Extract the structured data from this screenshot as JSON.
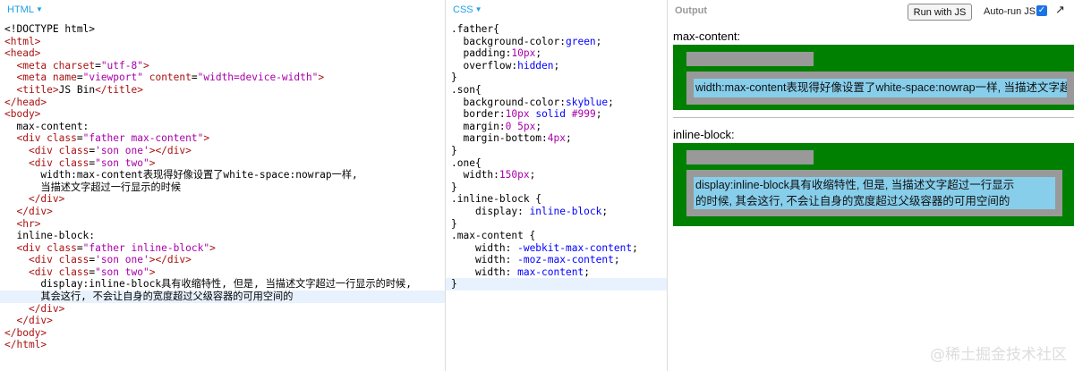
{
  "html_panel": {
    "tab_label": "HTML",
    "lines": [
      [
        {
          "t": "<!DOCTYPE html>",
          "c": "sel"
        }
      ],
      [
        {
          "t": "<html>",
          "c": "tag"
        }
      ],
      [
        {
          "t": "<head>",
          "c": "tag"
        }
      ],
      [
        {
          "t": "  "
        },
        {
          "t": "<meta ",
          "c": "tag"
        },
        {
          "t": "charset",
          "c": "attr"
        },
        {
          "t": "="
        },
        {
          "t": "\"utf-8\"",
          "c": "str"
        },
        {
          "t": ">",
          "c": "tag"
        }
      ],
      [
        {
          "t": "  "
        },
        {
          "t": "<meta ",
          "c": "tag"
        },
        {
          "t": "name",
          "c": "attr"
        },
        {
          "t": "="
        },
        {
          "t": "\"viewport\"",
          "c": "str"
        },
        {
          "t": " "
        },
        {
          "t": "content",
          "c": "attr"
        },
        {
          "t": "="
        },
        {
          "t": "\"width=device-width\"",
          "c": "str"
        },
        {
          "t": ">",
          "c": "tag"
        }
      ],
      [
        {
          "t": "  "
        },
        {
          "t": "<title>",
          "c": "tag"
        },
        {
          "t": "JS Bin"
        },
        {
          "t": "</title>",
          "c": "tag"
        }
      ],
      [
        {
          "t": "</head>",
          "c": "tag"
        }
      ],
      [
        {
          "t": "<body>",
          "c": "tag"
        }
      ],
      [
        {
          "t": "  max-content:"
        }
      ],
      [
        {
          "t": "  "
        },
        {
          "t": "<div ",
          "c": "tag"
        },
        {
          "t": "class",
          "c": "attr"
        },
        {
          "t": "="
        },
        {
          "t": "\"father max-content\"",
          "c": "str"
        },
        {
          "t": ">",
          "c": "tag"
        }
      ],
      [
        {
          "t": "    "
        },
        {
          "t": "<div ",
          "c": "tag"
        },
        {
          "t": "class",
          "c": "attr"
        },
        {
          "t": "="
        },
        {
          "t": "'son one'",
          "c": "str"
        },
        {
          "t": "></div>",
          "c": "tag"
        }
      ],
      [
        {
          "t": "    "
        },
        {
          "t": "<div ",
          "c": "tag"
        },
        {
          "t": "class",
          "c": "attr"
        },
        {
          "t": "="
        },
        {
          "t": "\"son two\"",
          "c": "str"
        },
        {
          "t": ">",
          "c": "tag"
        }
      ],
      [
        {
          "t": "      width:max-content表现得好像设置了white-space:nowrap一样,"
        }
      ],
      [
        {
          "t": "      当描述文字超过一行显示的时候"
        }
      ],
      [
        {
          "t": "    "
        },
        {
          "t": "</div>",
          "c": "tag"
        }
      ],
      [
        {
          "t": "  "
        },
        {
          "t": "</div>",
          "c": "tag"
        }
      ],
      [
        {
          "t": "  "
        },
        {
          "t": "<hr>",
          "c": "tag"
        }
      ],
      [
        {
          "t": "  inline-block:"
        }
      ],
      [
        {
          "t": "  "
        },
        {
          "t": "<div ",
          "c": "tag"
        },
        {
          "t": "class",
          "c": "attr"
        },
        {
          "t": "="
        },
        {
          "t": "\"father inline-block\"",
          "c": "str"
        },
        {
          "t": ">",
          "c": "tag"
        }
      ],
      [
        {
          "t": "    "
        },
        {
          "t": "<div ",
          "c": "tag"
        },
        {
          "t": "class",
          "c": "attr"
        },
        {
          "t": "="
        },
        {
          "t": "'son one'",
          "c": "str"
        },
        {
          "t": "></div>",
          "c": "tag"
        }
      ],
      [
        {
          "t": "    "
        },
        {
          "t": "<div ",
          "c": "tag"
        },
        {
          "t": "class",
          "c": "attr"
        },
        {
          "t": "="
        },
        {
          "t": "\"son two\"",
          "c": "str"
        },
        {
          "t": ">",
          "c": "tag"
        }
      ],
      [
        {
          "t": "      display:inline-block具有收缩特性, 但是, 当描述文字超过一行显示的时候,"
        }
      ],
      [
        {
          "t": "      其会这行, 不会让自身的宽度超过父级容器的可用空间的"
        }
      ],
      [
        {
          "t": "    "
        },
        {
          "t": "</div>",
          "c": "tag"
        }
      ],
      [
        {
          "t": "  "
        },
        {
          "t": "</div>",
          "c": "tag"
        }
      ],
      [
        {
          "t": "</body>",
          "c": "tag"
        }
      ],
      [
        {
          "t": "</html>",
          "c": "tag"
        }
      ]
    ],
    "highlight_line": 22
  },
  "css_panel": {
    "tab_label": "CSS",
    "lines": [
      [
        {
          "t": ".father{"
        }
      ],
      [
        {
          "t": "  background-color:"
        },
        {
          "t": "green",
          "c": "kw"
        },
        {
          "t": ";"
        }
      ],
      [
        {
          "t": "  padding:"
        },
        {
          "t": "10px",
          "c": "num"
        },
        {
          "t": ";"
        }
      ],
      [
        {
          "t": "  overflow:"
        },
        {
          "t": "hidden",
          "c": "kw"
        },
        {
          "t": ";"
        }
      ],
      [
        {
          "t": "}"
        }
      ],
      [
        {
          "t": ".son{"
        }
      ],
      [
        {
          "t": "  background-color:"
        },
        {
          "t": "skyblue",
          "c": "kw"
        },
        {
          "t": ";"
        }
      ],
      [
        {
          "t": "  border:"
        },
        {
          "t": "10px",
          "c": "num"
        },
        {
          "t": " "
        },
        {
          "t": "solid",
          "c": "kw"
        },
        {
          "t": " "
        },
        {
          "t": "#999",
          "c": "num"
        },
        {
          "t": ";"
        }
      ],
      [
        {
          "t": "  margin:"
        },
        {
          "t": "0",
          "c": "num"
        },
        {
          "t": " "
        },
        {
          "t": "5px",
          "c": "num"
        },
        {
          "t": ";"
        }
      ],
      [
        {
          "t": "  margin-bottom:"
        },
        {
          "t": "4px",
          "c": "num"
        },
        {
          "t": ";"
        }
      ],
      [
        {
          "t": "}"
        }
      ],
      [
        {
          "t": ".one{"
        }
      ],
      [
        {
          "t": "  width:"
        },
        {
          "t": "150px",
          "c": "num"
        },
        {
          "t": ";"
        }
      ],
      [
        {
          "t": "}"
        }
      ],
      [
        {
          "t": ".inline-block {"
        }
      ],
      [
        {
          "t": "    display: "
        },
        {
          "t": "inline-block",
          "c": "kw"
        },
        {
          "t": ";"
        }
      ],
      [
        {
          "t": "}"
        }
      ],
      [
        {
          "t": ".max-content {"
        }
      ],
      [
        {
          "t": "    width: "
        },
        {
          "t": "-webkit-max-content",
          "c": "kw"
        },
        {
          "t": ";"
        }
      ],
      [
        {
          "t": "    width: "
        },
        {
          "t": "-moz-max-content",
          "c": "kw"
        },
        {
          "t": ";"
        }
      ],
      [
        {
          "t": "    width: "
        },
        {
          "t": "max-content",
          "c": "kw"
        },
        {
          "t": ";"
        }
      ],
      [
        {
          "t": "}"
        }
      ]
    ],
    "highlight_line": 21
  },
  "output_panel": {
    "title": "Output",
    "run_button": "Run with JS",
    "autorun_label": "Auto-run JS",
    "autorun_checked": true,
    "label_max_content": "max-content:",
    "text_max_content": "width:max-content表现得好像设置了white-space:nowrap一样, 当描述文字超过一行显示的时候",
    "label_inline_block": "inline-block:",
    "text_inline_block_line1": "display:inline-block具有收缩特性, 但是, 当描述文字超过一行显示",
    "text_inline_block_line2": "的时候, 其会这行, 不会让自身的宽度超过父级容器的可用空间的"
  },
  "watermark": "@稀土掘金技术社区",
  "colors": {
    "tab_blue": "#1f9ee8",
    "father_green": "#008000",
    "son_blue": "#87ceeb",
    "border_gray": "#999999"
  }
}
